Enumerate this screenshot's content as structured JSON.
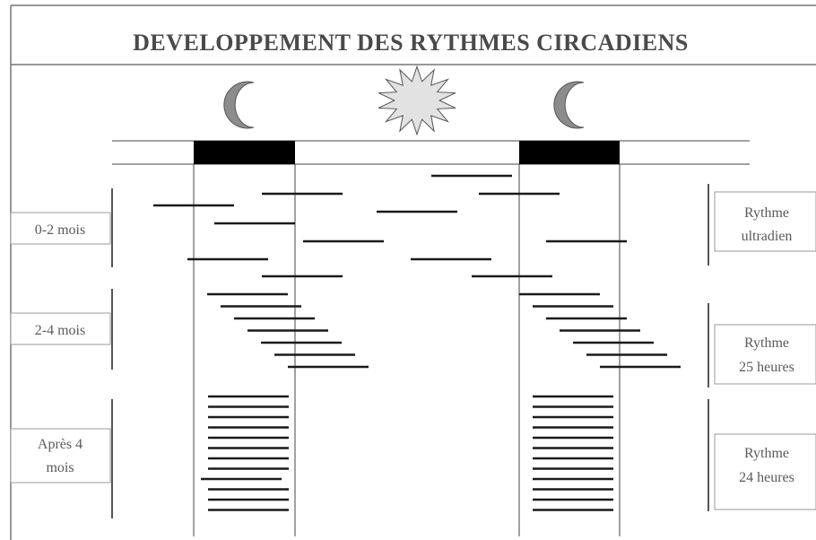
{
  "title": "DEVELOPPEMENT DES RYTHMES CIRCADIENS",
  "age_groups": [
    {
      "lines": [
        "0-2 mois"
      ]
    },
    {
      "lines": [
        "2-4 mois"
      ]
    },
    {
      "lines": [
        "Après 4",
        "mois"
      ]
    }
  ],
  "rhythms": [
    {
      "lines": [
        "Rythme",
        "ultradien"
      ]
    },
    {
      "lines": [
        "Rythme",
        "25 heures"
      ]
    },
    {
      "lines": [
        "Rythme",
        "24 heures"
      ]
    }
  ],
  "icons": [
    "moon-icon",
    "sun-icon",
    "moon-icon"
  ],
  "colors": {
    "night_bar": "#000000",
    "sleep_line": "#1a1a1a",
    "moon": "#8c8c8c",
    "sun": "#e2e2e2"
  }
}
